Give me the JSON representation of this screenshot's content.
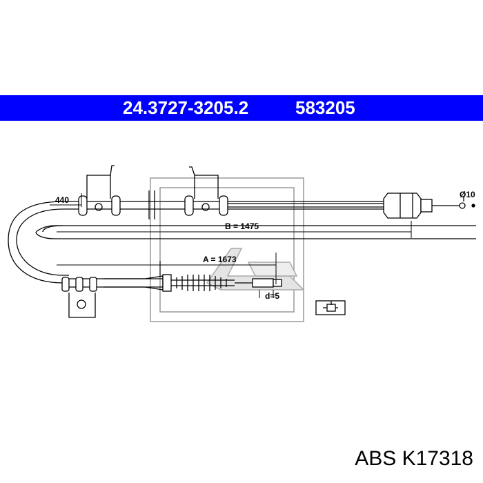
{
  "header": {
    "part_number": "24.3727-3205.2",
    "ref_number": "583205",
    "background": "#0000ff",
    "text_color": "#ffffff"
  },
  "dimensions": {
    "d440": "440",
    "b": "B = 1475",
    "a": "A = 1673",
    "d": "d=5",
    "diameter": "Ø10"
  },
  "footer": {
    "brand": "ABS",
    "code": "K17318"
  },
  "icons": [
    "ate-logo-watermark",
    "end-fitting-detail-icon"
  ]
}
